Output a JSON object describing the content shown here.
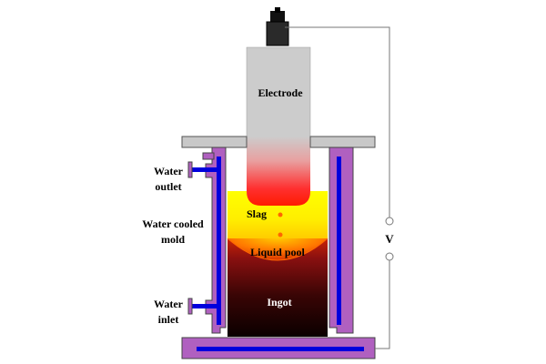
{
  "labels": {
    "electrode": "Electrode",
    "slag": "Slag",
    "liquid_pool": "Liquid pool",
    "ingot": "Ingot",
    "voltage": "V",
    "water_outlet": [
      "Water",
      "outlet"
    ],
    "water_cooled_mold": [
      "Water cooled",
      "mold"
    ],
    "water_inlet": [
      "Water",
      "inlet"
    ]
  },
  "colors": {
    "mold": "#b060c0",
    "channel": "#0000dd",
    "plate": "#c8c8c8",
    "electrode": "#cccccc",
    "slag": "#ffff00",
    "pool": "#ff8c00",
    "ingot": "#1a0000"
  }
}
